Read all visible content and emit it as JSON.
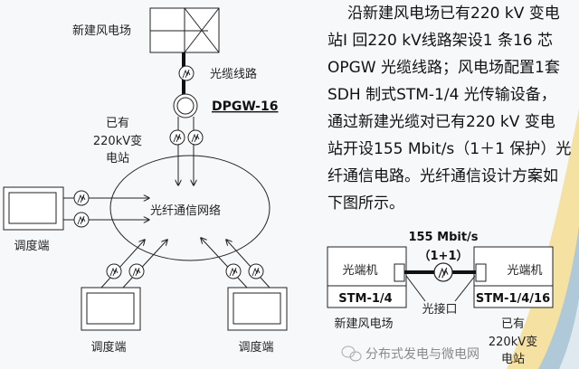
{
  "diagram_left": {
    "wind_farm_label": "新建风电场",
    "cable_label": "光缆线路",
    "cable_type": "DPGW-16",
    "substation_label": [
      "已有",
      "220kV变",
      "电站"
    ],
    "network_label": "光纤通信网络",
    "terminal_labels": [
      "调度端",
      "调度端",
      "调度端"
    ]
  },
  "description": {
    "lines": [
      "沿新建风电场已有220 kV 变电",
      "站I 回220 kV线路架设1 条16 芯",
      "OPGW 光缆线路；风电场配置1套",
      "SDH 制式STM-1/4 光传输设备，",
      "通过新建光缆对已有220 kV 变电",
      "站开设155 Mbit/s（1＋1 保护）光",
      "纤通信电路。光纤通信设计方案如",
      "下图所示。"
    ]
  },
  "diagram_right": {
    "rate_label": "155 Mbit/s",
    "protection_label": "（1+1）",
    "left_device_label": "光端机",
    "left_device_model": "STM-1/4",
    "right_device_label": "光端机",
    "right_device_model": "STM-1/4/16",
    "port_label": "光接口",
    "left_site_label": "新建风电场",
    "right_site_label": [
      "已有",
      "220kV变",
      "电站"
    ]
  },
  "watermark": "分布式发电与微电网",
  "colors": {
    "deco_yellow": "#f3d77a",
    "deco_blue": "#9fc3e6"
  }
}
